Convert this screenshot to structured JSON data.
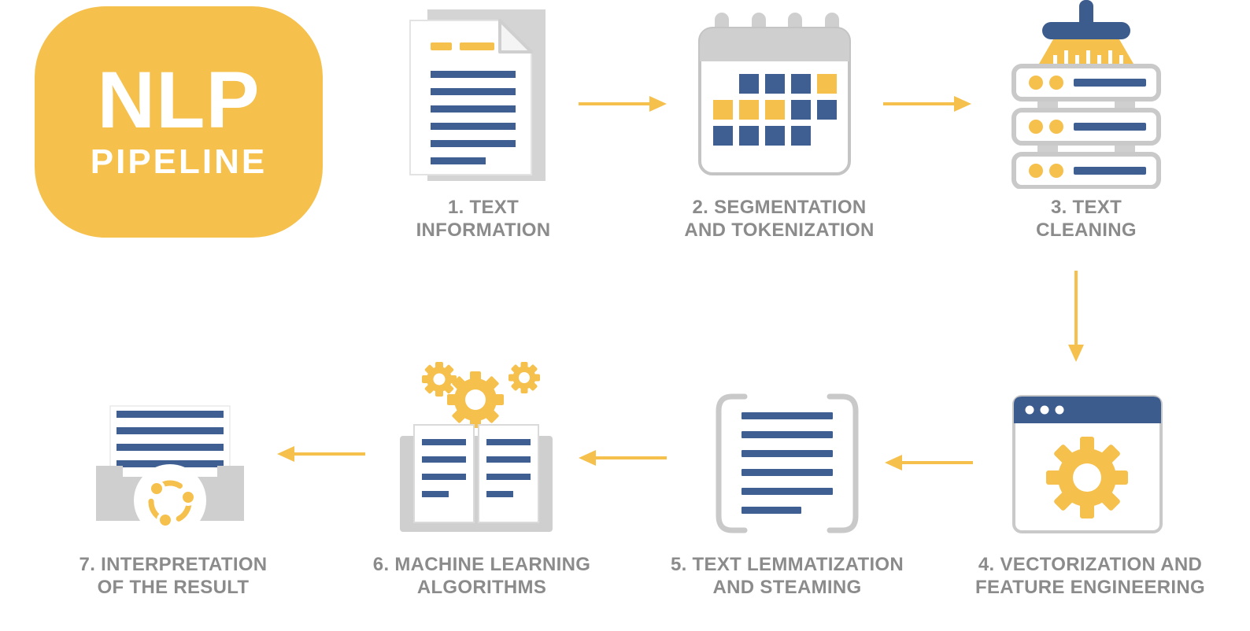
{
  "page": {
    "background": "#FFFFFF",
    "kind": "NLP pipeline infographic"
  },
  "badge": {
    "title": "NLP",
    "subtitle": "PIPELINE"
  },
  "steps": [
    {
      "id": 1,
      "label": "1. TEXT\nINFORMATION",
      "icon": "document-icon"
    },
    {
      "id": 2,
      "label": "2. SEGMENTATION\nAND TOKENIZATION",
      "icon": "calendar-tokens-icon"
    },
    {
      "id": 3,
      "label": "3. TEXT\nCLEANING",
      "icon": "server-cleaning-icon"
    },
    {
      "id": 4,
      "label": "4. VECTORIZATION AND\nFEATURE ENGINEERING",
      "icon": "browser-gear-icon"
    },
    {
      "id": 5,
      "label": "5. TEXT LEMMATIZATION\nAND STEAMING",
      "icon": "bracketed-text-icon"
    },
    {
      "id": 6,
      "label": "6. MACHINE LEARNING\nALGORITHMS",
      "icon": "book-gears-icon"
    },
    {
      "id": 7,
      "label": "7. INTERPRETATION\nOF THE RESULT",
      "icon": "tray-share-icon"
    }
  ],
  "flow": {
    "arrows": [
      {
        "from": 1,
        "to": 2,
        "direction": "right"
      },
      {
        "from": 2,
        "to": 3,
        "direction": "right"
      },
      {
        "from": 3,
        "to": 4,
        "direction": "down"
      },
      {
        "from": 4,
        "to": 5,
        "direction": "left"
      },
      {
        "from": 5,
        "to": 6,
        "direction": "left"
      },
      {
        "from": 6,
        "to": 7,
        "direction": "left"
      }
    ]
  },
  "colors": {
    "accent_yellow": "#F5C04C",
    "accent_blue": "#3F5F93",
    "header_blue": "#3D5C8E",
    "icon_gray": "#CFCFCF",
    "label_gray": "#8B8B8B",
    "badge_text": "#FFFFFF"
  }
}
